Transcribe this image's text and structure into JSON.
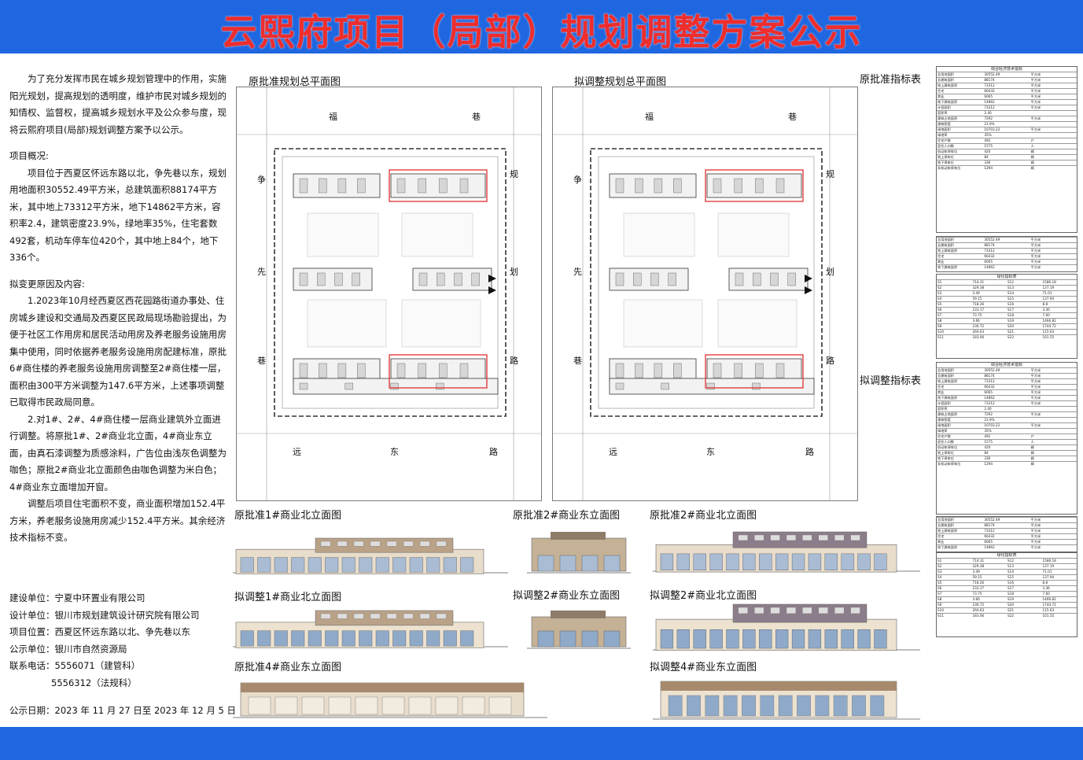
{
  "header": {
    "title": "云熙府项目（局部）规划调整方案公示"
  },
  "intro": {
    "p1": "为了充分发挥市民在城乡规划管理中的作用，实施阳光规划，提高规划的透明度，维护市民对城乡规划的知情权、监督权，提高城乡规划水平及公众参与度，现将云熙府项目(局部)规划调整方案予以公示。",
    "overview_heading": "项目概况:",
    "overview": "项目位于西夏区怀远东路以北，争先巷以东，规划用地面积30552.49平方米，总建筑面积88174平方米，其中地上73312平方米，地下14862平方米，容积率2.4，建筑密度23.9%，绿地率35%，住宅套数492套，机动车停车位420个，其中地上84个，地下336个。",
    "reason_heading": "拟变更原因及内容:",
    "reason1": "1.2023年10月经西夏区西花园路街道办事处、住房城乡建设和交通局及西夏区民政局现场勘验提出，为便于社区工作用房和居民活动用房及养老服务设施用房集中使用，同时依据养老服务设施用房配建标准，原批6#商住楼的养老服务设施用房调整至2#商住楼一层，面积由300平方米调整为147.6平方米，上述事项调整已取得市民政局同意。",
    "reason2": "2.对1#、2#、4#商住楼一层商业建筑外立面进行调整。将原批1#、2#商业北立面，4#商业东立面，由真石漆调整为质感涂料，广告位由浅灰色调整为咖色；原批2#商业北立面颜色由咖色调整为米白色；4#商业东立面增加开窗。",
    "reason3": "调整后项目住宅面积不变，商业面积增加152.4平方米，养老服务设施用房减少152.4平方米。其余经济技术指标不变。"
  },
  "info": {
    "builder": "建设单位：宁夏中环置业有限公司",
    "designer": "设计单位：银川市规划建筑设计研究院有限公司",
    "location": "项目位置：西夏区怀远东路以北、争先巷以东",
    "publisher": "公示单位：银川市自然资源局",
    "phone1": "联系电话：5556071（建管科）",
    "phone2": "5556312（法规科）",
    "date": "公示日期：2023 年 11 月 27 日至 2023 年 12 月 5 日"
  },
  "plans": {
    "original_title": "原批准规划总平面图",
    "adjusted_title": "拟调整规划总平面图",
    "roads": {
      "north": [
        "福",
        "巷"
      ],
      "west": [
        "争",
        "先",
        "巷"
      ],
      "east": [
        "规",
        "划",
        "路"
      ],
      "south": [
        "远",
        "东",
        "路"
      ]
    }
  },
  "elevations": {
    "o1": "原批准1#商业北立面图",
    "o2e": "原批准2#商业东立面图",
    "o2n": "原批准2#商业北立面图",
    "a1": "拟调整1#商业北立面图",
    "a2e": "拟调整2#商业东立面图",
    "a2n": "拟调整2#商业北立面图",
    "o4": "原批准4#商业东立面图",
    "a4": "拟调整4#商业东立面图"
  },
  "indicators": {
    "original_label": "原批准指标表",
    "adjusted_label": "拟调整指标表",
    "table1_title": "综合经济技术指标",
    "table2_title": "绿化指标表",
    "rows": [
      [
        "总用地面积",
        "30552.49",
        "平方米"
      ],
      [
        "总建筑面积",
        "88174",
        "平方米"
      ],
      [
        "地上建筑面积",
        "73312",
        "平方米"
      ],
      [
        "住宅",
        "66432",
        "平方米"
      ],
      [
        "商业",
        "6065",
        "平方米"
      ],
      [
        "地下建筑面积",
        "14862",
        "平方米"
      ],
      [
        "计容面积",
        "73312",
        "平方米"
      ],
      [
        "容积率",
        "2.40",
        ""
      ],
      [
        "建筑占地面积",
        "7292",
        "平方米"
      ],
      [
        "建筑密度",
        "23.9%",
        ""
      ],
      [
        "绿地面积",
        "10703.22",
        "平方米"
      ],
      [
        "绿地率",
        "35%",
        ""
      ],
      [
        "住宅户数",
        "492",
        "户"
      ],
      [
        "居住人口数",
        "1575",
        "人"
      ],
      [
        "机动车停车位",
        "420",
        "辆"
      ],
      [
        "地上停车位",
        "84",
        "辆"
      ],
      [
        "地下停车位",
        "336",
        "辆"
      ],
      [
        "非机动车停车位",
        "1294",
        "辆"
      ]
    ],
    "green_rows": [
      [
        "S1",
        "714.31",
        "S12",
        "1586.18"
      ],
      [
        "S2",
        "329.38",
        "S13",
        "137.19"
      ],
      [
        "S3",
        "3.49",
        "S14",
        "71.01"
      ],
      [
        "S4",
        "59.15",
        "S15",
        "137.94"
      ],
      [
        "S5",
        "718.26",
        "S16",
        "8.8"
      ],
      [
        "S6",
        "233.17",
        "S17",
        "3.36"
      ],
      [
        "S7",
        "73.75",
        "S18",
        "7.60"
      ],
      [
        "S8",
        "3.66",
        "S19",
        "1466.82"
      ],
      [
        "S9",
        "236.72",
        "S20",
        "1744.72"
      ],
      [
        "S10",
        "260.63",
        "S21",
        "115.63"
      ],
      [
        "S11",
        "183.06",
        "S22",
        "101.55"
      ]
    ]
  }
}
